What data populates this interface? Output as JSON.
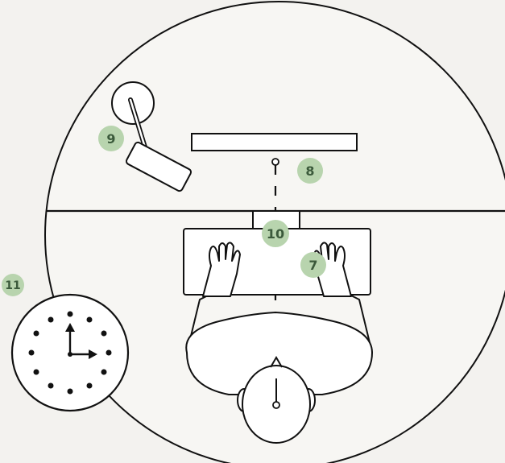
{
  "badges": {
    "b7": "7",
    "b8": "8",
    "b9": "9",
    "b10": "10",
    "b11": "11"
  },
  "colors": {
    "background": "#f3f2ef",
    "badge_fill": "#b8d4ae",
    "line": "#111111"
  },
  "icons": [
    "desk-lamp-icon",
    "monitor-icon",
    "keyboard-icon",
    "hand-icon",
    "person-head-icon",
    "clock-icon",
    "eye-line-icon"
  ]
}
